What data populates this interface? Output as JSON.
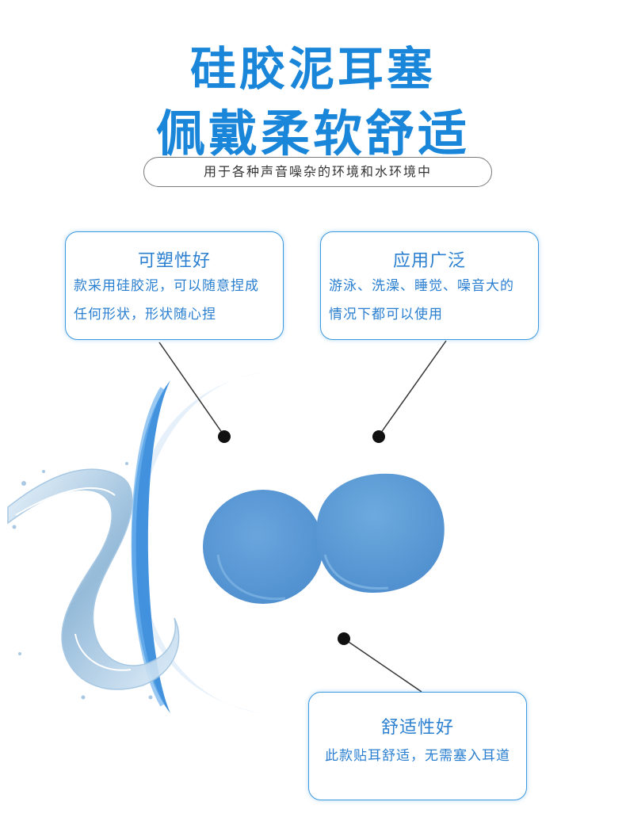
{
  "title": {
    "line1": "硅胶泥耳塞",
    "line2": "佩戴柔软舒适"
  },
  "subtitle_pill": "用于各种声音噪杂的环境和水环境中",
  "features": [
    {
      "heading": "可塑性好",
      "lines": [
        "款采用硅胶泥，可以随意捏成",
        "任何形状，形状随心捏"
      ]
    },
    {
      "heading": "应用广泛",
      "lines": [
        "游泳、洗澡、睡觉、噪音大的",
        "情况下都可以使用"
      ]
    },
    {
      "heading": "舒适性好",
      "lines": [
        "此款贴耳舒适，无需塞入耳道"
      ]
    }
  ],
  "colors": {
    "title_blue": "#1a86d9",
    "card_text_blue": "#2a7fd0",
    "earplug_blue": "#5b9ad6"
  }
}
